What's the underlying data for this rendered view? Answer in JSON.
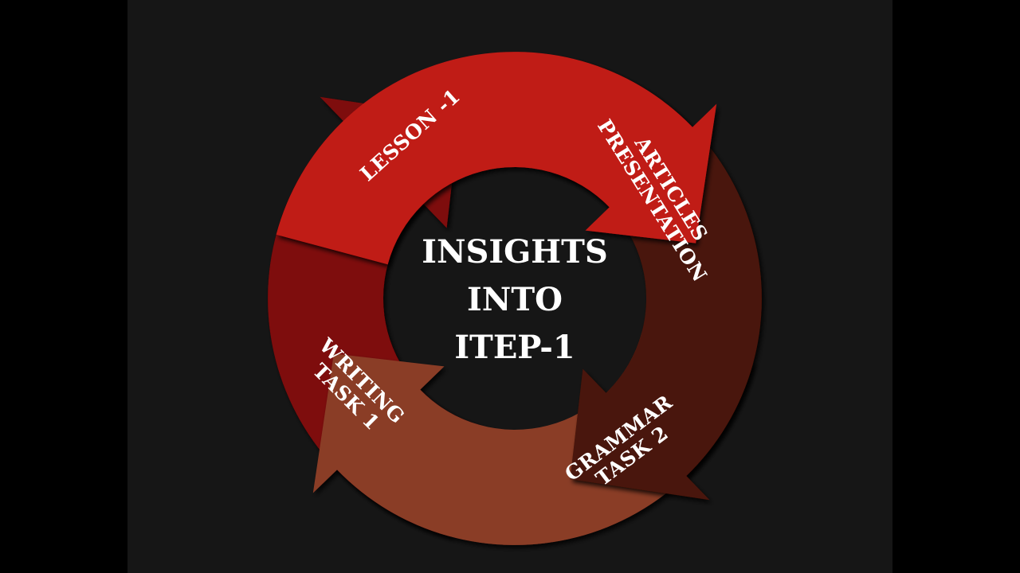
{
  "center": {
    "lines": [
      "INSIGHTS",
      "INTO",
      "ITEP-1"
    ]
  },
  "segments": [
    {
      "id": "lesson",
      "lines": [
        "LESSON -1"
      ],
      "color": "#c01a18"
    },
    {
      "id": "articles",
      "lines": [
        "ARTICLES",
        "PRESENTATION"
      ],
      "color": "#4a1408"
    },
    {
      "id": "grammar",
      "lines": [
        "GRAMMAR",
        "TASK 2"
      ],
      "color": "#8a3c28"
    },
    {
      "id": "writing",
      "lines": [
        "WRITING",
        "TASK 1"
      ],
      "color": "#7e0808"
    }
  ],
  "colors": {
    "background": "#161616",
    "outer_bars": "#000000",
    "text": "#ffffff"
  }
}
